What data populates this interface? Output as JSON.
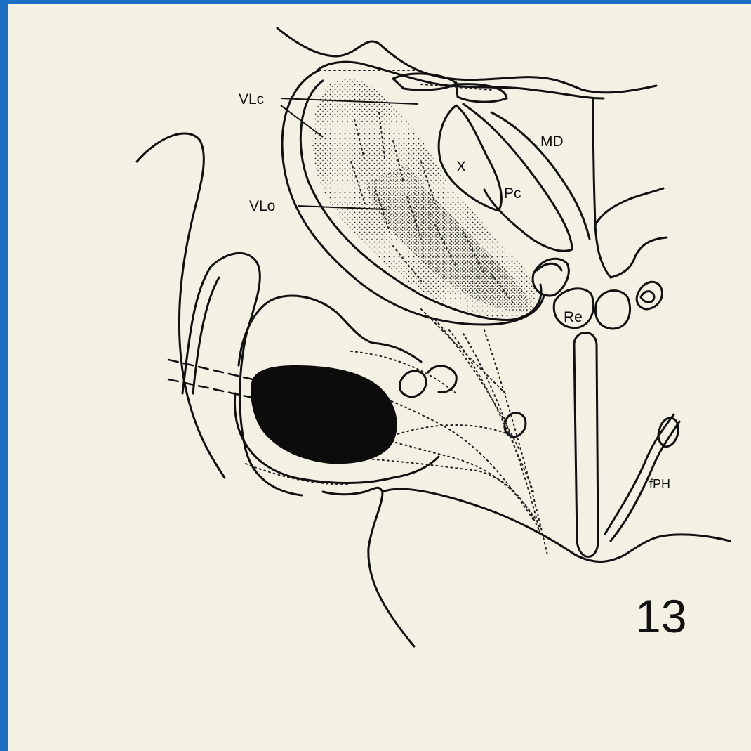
{
  "figure": {
    "number": "13",
    "labels": {
      "vlc": "VLc",
      "vlo": "VLo",
      "md": "MD",
      "x": "X",
      "pc": "Pc",
      "re": "Re",
      "fph": "fPH"
    }
  },
  "colors": {
    "frame": "#1a6fc4",
    "paper": "#f3f0e4",
    "ink": "#111111"
  }
}
